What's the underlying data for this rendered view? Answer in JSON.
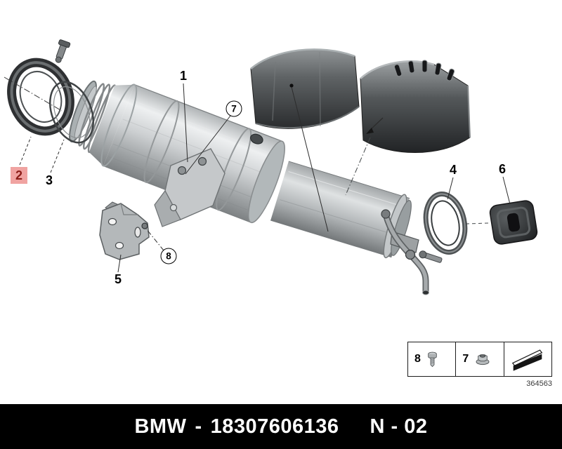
{
  "diagram": {
    "number": "364563",
    "highlight_color": "#f0a3a1",
    "highlight_text_color": "#8c1d18",
    "callouts": [
      {
        "id": "1",
        "style": "plain"
      },
      {
        "id": "2",
        "style": "highlighted"
      },
      {
        "id": "3",
        "style": "plain"
      },
      {
        "id": "4",
        "style": "plain"
      },
      {
        "id": "5",
        "style": "plain"
      },
      {
        "id": "6",
        "style": "plain"
      },
      {
        "id": "7",
        "style": "circled"
      },
      {
        "id": "8",
        "style": "circled"
      }
    ],
    "legend": {
      "items": [
        {
          "label": "8",
          "icon": "bolt-icon"
        },
        {
          "label": "7",
          "icon": "flange-nut-icon"
        },
        {
          "label": "",
          "icon": "consumables-wedge-icon"
        }
      ]
    }
  },
  "footer": {
    "brand": "BMW",
    "separator": "-",
    "part_number": "18307606136",
    "page_code": "N - 02"
  }
}
